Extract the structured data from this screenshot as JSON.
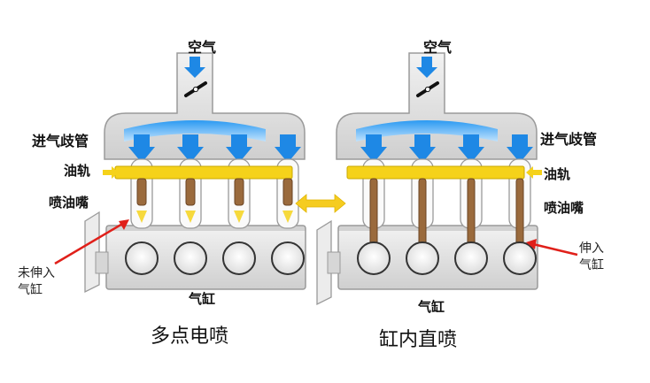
{
  "left_diagram": {
    "air": "空气",
    "intake_manifold": "进气歧管",
    "fuel_rail": "油轨",
    "injector": "喷油嘴",
    "cylinder": "气缸",
    "note": [
      "未伸入",
      "气缸"
    ],
    "caption": "多点电喷"
  },
  "right_diagram": {
    "air": "空气",
    "intake_manifold": "进气歧管",
    "fuel_rail": "油轨",
    "injector": "喷油嘴",
    "cylinder": "气缸",
    "note": [
      "伸入",
      "气缸"
    ],
    "caption": "缸内直喷"
  },
  "colors": {
    "metal_light": "#e6e6e6",
    "metal_dark": "#9a9a9a",
    "airflow_blue": "#1e88e5",
    "fuel_rail_yellow": "#f5d21a",
    "injector_brown": "#9a6a3c",
    "annotation_red": "#e0201a",
    "link_arrow_yellow": "#f5cc20"
  }
}
